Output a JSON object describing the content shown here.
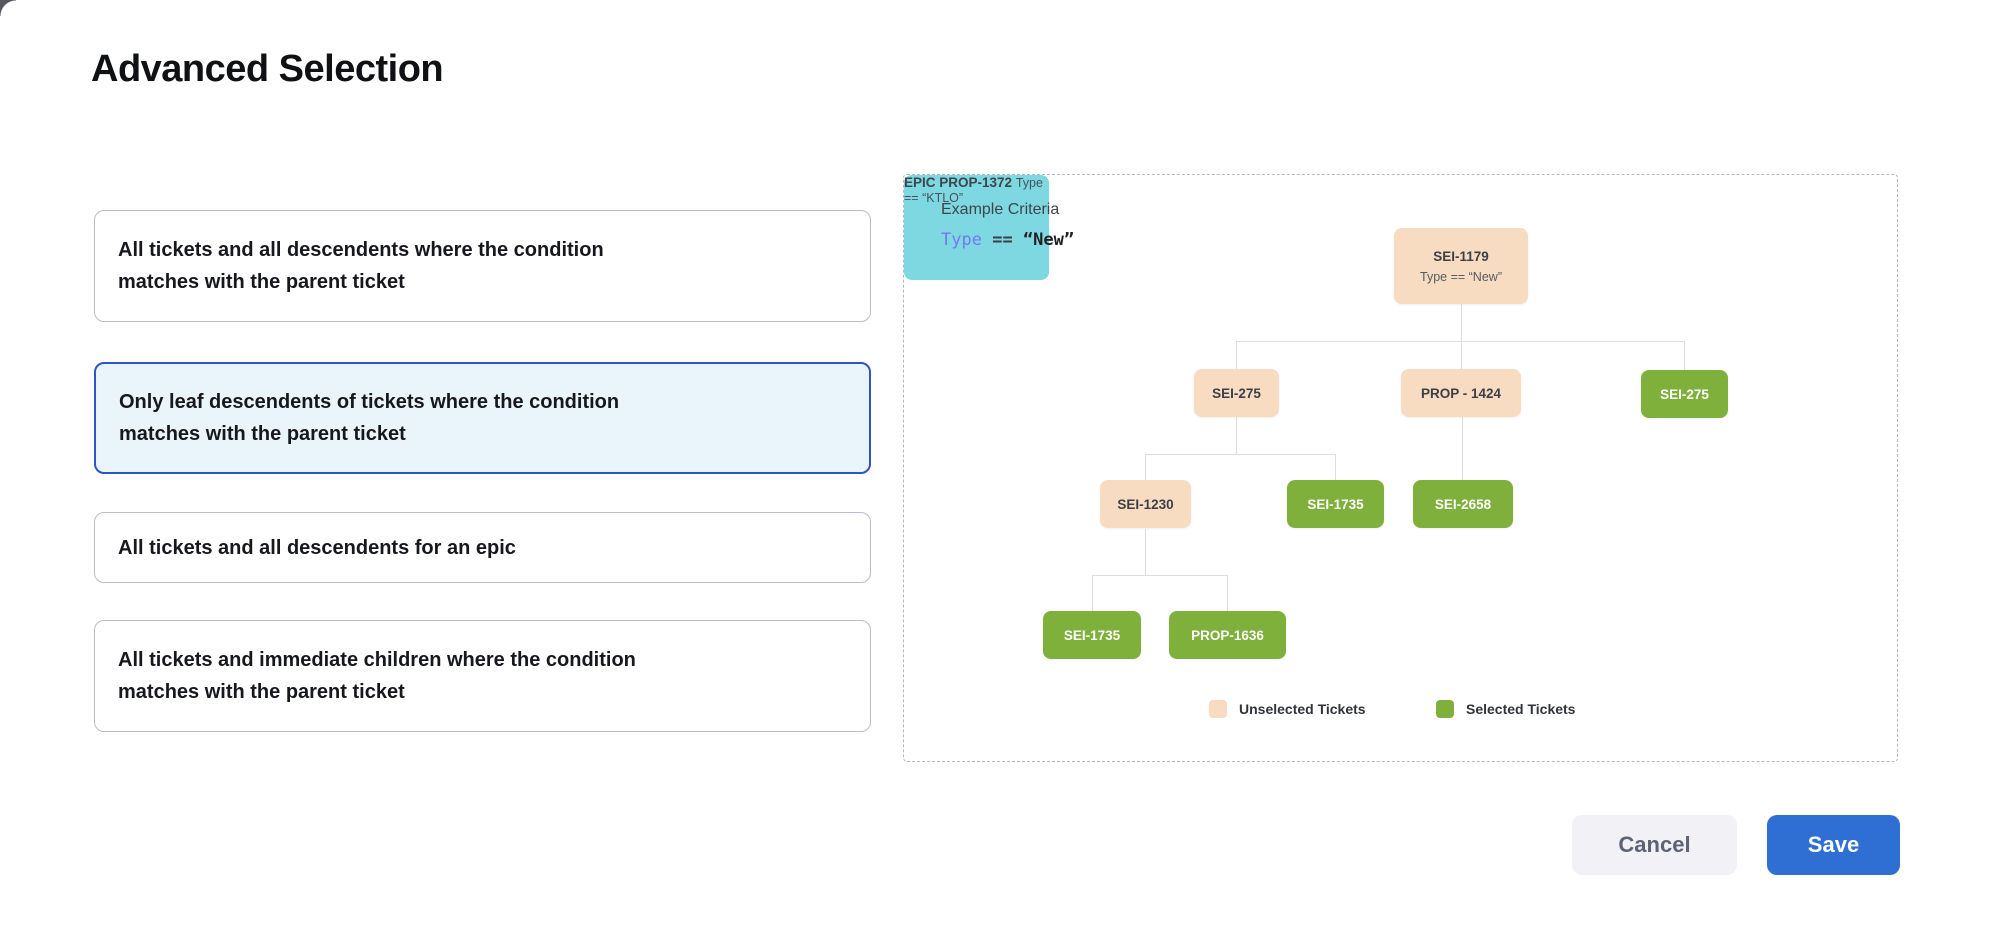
{
  "window": {
    "title": "Advanced Selection"
  },
  "options": [
    {
      "label": "All tickets and all descendents where the condition matches with the parent ticket",
      "selected": false
    },
    {
      "label": "Only leaf descendents of tickets where the condition matches with the parent ticket",
      "selected": true
    },
    {
      "label": "All tickets and all descendents for an epic",
      "selected": false
    },
    {
      "label": "All tickets and immediate children where the condition matches with the parent ticket",
      "selected": false
    }
  ],
  "panel": {
    "heading": "Example Criteria",
    "criteria": {
      "field": "Type",
      "operator": "==",
      "value": "“New”"
    },
    "epic_card": {
      "kind": "EPIC",
      "id": "PROP-1372",
      "condition": "Type == “KTLO”"
    },
    "tree": {
      "root": {
        "id": "SEI-1179",
        "condition": "Type == “New”",
        "state": "unselected"
      },
      "nodes": [
        {
          "id": "SEI-275",
          "state": "unselected"
        },
        {
          "id": "PROP - 1424",
          "state": "unselected"
        },
        {
          "id": "SEI-275",
          "state": "selected"
        },
        {
          "id": "SEI-1230",
          "state": "unselected"
        },
        {
          "id": "SEI-1735",
          "state": "selected"
        },
        {
          "id": "SEI-2658",
          "state": "selected"
        },
        {
          "id": "SEI-1735",
          "state": "selected"
        },
        {
          "id": "PROP-1636",
          "state": "selected"
        }
      ]
    },
    "legend": [
      {
        "label": "Unselected Tickets",
        "swatch_color": "#f8dcc2"
      },
      {
        "label": "Selected Tickets",
        "swatch_color": "#7fb03c"
      }
    ]
  },
  "actions": {
    "cancel": "Cancel",
    "save": "Save"
  },
  "colors": {
    "accent_blue": "#2f6fd3",
    "selected_card_border": "#2e55c5",
    "selected_card_bg": "#eaf4fb",
    "unselected_ticket": "#f8dcc2",
    "selected_ticket": "#7fb03c",
    "epic_card_bg": "#7ed8e1",
    "criteria_field": "#7577f2"
  }
}
